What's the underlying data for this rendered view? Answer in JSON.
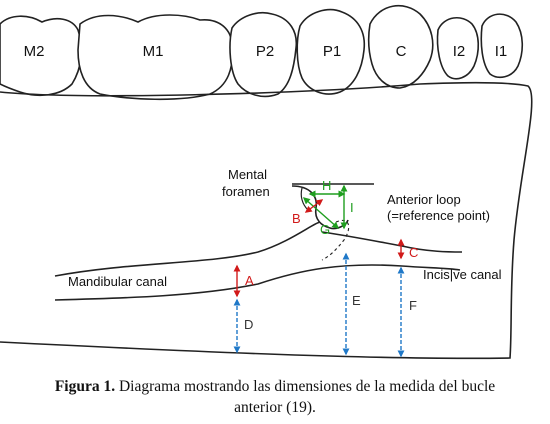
{
  "teeth": [
    "M2",
    "M1",
    "P2",
    "P1",
    "C",
    "I2",
    "I1"
  ],
  "labels": {
    "mental_foramen_line1": "Mental",
    "mental_foramen_line2": "foramen",
    "anterior_loop_line1": "Anterior loop",
    "anterior_loop_line2": "(=reference point)",
    "mandibular_canal": "Mandibular canal",
    "incisive_canal": "Incis|ve canal"
  },
  "measurements": {
    "A": "A",
    "B": "B",
    "C": "C",
    "D": "D",
    "E": "E",
    "F": "F",
    "G": "G",
    "H": "H",
    "I": "I"
  },
  "caption": {
    "label": "Figura 1.",
    "text_line1": "Diagrama mostrando las dimensiones de la medida del bucle",
    "text_line2": "anterior (19)."
  },
  "colors": {
    "red": "#d11a1a",
    "green": "#1f9e1f",
    "blue": "#1f78c8",
    "outline": "#222222"
  }
}
